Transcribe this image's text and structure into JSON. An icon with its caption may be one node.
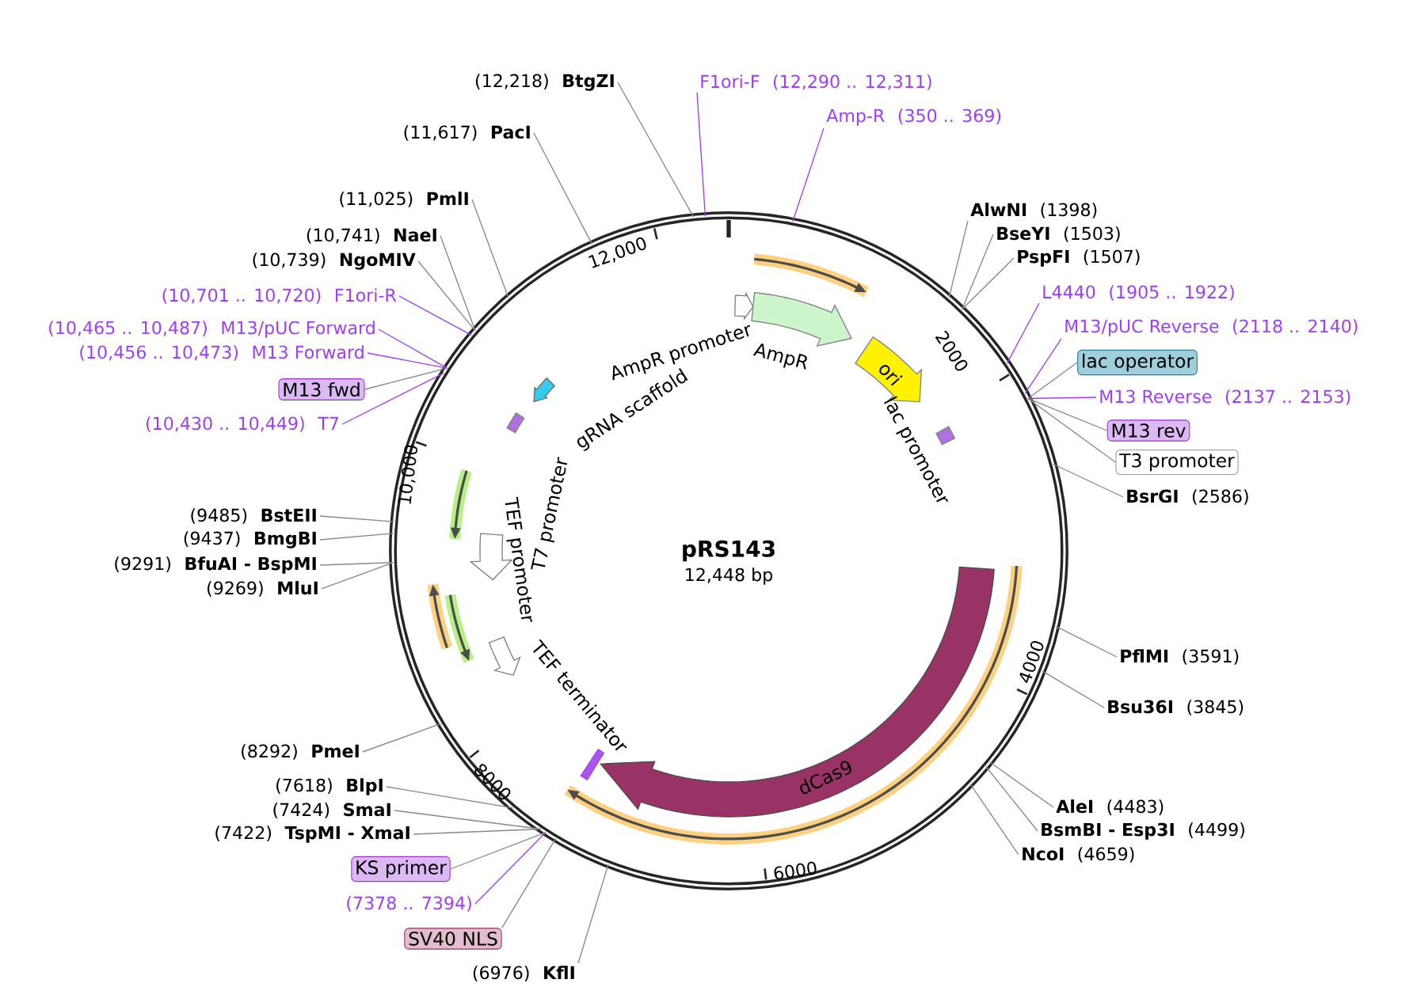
{
  "diagram": {
    "title": "pRS143",
    "nodes": [
      {
        "text": [],
        "shape": "circle"
      },
      {
        "text": [
          "(12,218)",
          "BtgZI"
        ]
      },
      {
        "text": [
          "(11,617)",
          "PacI"
        ]
      },
      {
        "text": [
          "(11,025)",
          "PmlI"
        ]
      },
      {
        "text": [
          "(10,741)",
          "NaeI"
        ]
      },
      {
        "text": [
          "(10,739)",
          "NgoMIV"
        ]
      },
      {
        "text": [
          "(10,701 .. 10,720)",
          "F1ori-R"
        ]
      },
      {
        "text": [
          "(10,465 .. 10,487)",
          "M13/pUC Forward"
        ]
      },
      {
        "text": [
          "(10,456 .. 10,473)",
          "M13 Forward"
        ]
      },
      {
        "text": [
          "M13 fwd"
        ]
      },
      {
        "text": [
          "(10,430 .. 10,449)",
          "T7"
        ]
      },
      {
        "text": [
          "F1ori-F",
          "(12,290 .. 12,311)"
        ]
      },
      {
        "text": [
          "Amp-R",
          "(350 .. 369)"
        ]
      },
      {
        "text": [
          "AlwNI",
          "(1398)"
        ]
      },
      {
        "text": [
          "BseYI",
          "(1503)"
        ]
      },
      {
        "text": [
          "PspFI",
          "(1507)"
        ]
      },
      {
        "text": [
          "L4440",
          "(1905 .. 1922)"
        ]
      },
      {
        "text": [
          "M13/pUC Reverse",
          "(2118 .. 2140)"
        ]
      },
      {
        "text": [
          "lac operator"
        ]
      },
      {
        "text": [
          "M13 Reverse",
          "(2137 .. 2153)"
        ]
      },
      {
        "text": [
          "M13 rev"
        ]
      },
      {
        "text": [
          "T3 promoter"
        ]
      },
      {
        "text": [
          "BsrGI",
          "(2586)"
        ]
      },
      {
        "text": [
          "PflMI",
          "(3591)"
        ]
      },
      {
        "text": [
          "Bsu36I",
          "(3845)"
        ]
      },
      {
        "text": [
          "AleI",
          "(4483)"
        ]
      },
      {
        "text": [
          "BsmBI - Esp3I",
          "(4499)"
        ]
      },
      {
        "text": [
          "NcoI",
          "(4659)"
        ]
      },
      {
        "text": [
          "(6976)",
          "KflI"
        ]
      },
      {
        "text": [
          "SV40 NLS"
        ]
      },
      {
        "text": [
          "(7378 .. 7394)"
        ]
      },
      {
        "text": [
          "KS primer"
        ]
      },
      {
        "text": [
          "(7422)",
          "TspMI - XmaI"
        ]
      },
      {
        "text": [
          "(7424)",
          "SmaI"
        ]
      },
      {
        "text": [
          "(7618)",
          "BlpI"
        ]
      },
      {
        "text": [
          "(8292)",
          "PmeI"
        ]
      },
      {
        "text": [
          "(9269)",
          "MluI"
        ]
      },
      {
        "text": [
          "(9291)",
          "BfuAI - BspMI"
        ]
      },
      {
        "text": [
          "(9437)",
          "BmgBI"
        ]
      },
      {
        "text": [
          "(9485)",
          "BstEII"
        ]
      },
      {
        "text": [
          "AmpR promoter"
        ],
        "in": 0
      },
      {
        "text": [
          "AmpR"
        ],
        "in": 0
      },
      {
        "text": [
          "ori"
        ],
        "in": 0
      },
      {
        "text": [
          "lac promoter"
        ],
        "in": 0
      },
      {
        "text": [
          "dCas9"
        ],
        "in": 0
      },
      {
        "text": [
          "TEF terminator"
        ],
        "in": 0
      },
      {
        "text": [
          "TEF promoter"
        ],
        "in": 0
      },
      {
        "text": [
          "T7 promoter"
        ],
        "in": 0
      },
      {
        "text": [
          "gRNA scaffold"
        ],
        "in": 0
      }
    ],
    "edges": [
      {
        "from": 1,
        "to": 0,
        "arrow": "none"
      },
      {
        "from": 2,
        "to": 0,
        "arrow": "none"
      },
      {
        "from": 3,
        "to": 0,
        "arrow": "none"
      },
      {
        "from": 4,
        "to": 0,
        "arrow": "none"
      },
      {
        "from": 5,
        "to": 0,
        "arrow": "none"
      },
      {
        "from": 6,
        "to": 0,
        "arrow": "none",
        "color": "#9f3ff5"
      },
      {
        "from": 7,
        "to": 0,
        "arrow": "none",
        "color": "#9f3ff5"
      },
      {
        "from": 8,
        "to": 0,
        "arrow": "none",
        "color": "#9f3ff5"
      },
      {
        "from": 9,
        "to": 0,
        "arrow": "none"
      },
      {
        "from": 10,
        "to": 0,
        "arrow": "none",
        "color": "#9f3ff5"
      },
      {
        "from": 11,
        "to": 0,
        "arrow": "none",
        "color": "#9f3ff5"
      },
      {
        "from": 12,
        "to": 0,
        "arrow": "none",
        "color": "#9f3ff5"
      },
      {
        "from": 13,
        "to": 0,
        "arrow": "none"
      },
      {
        "from": 14,
        "to": 0,
        "arrow": "none"
      },
      {
        "from": 15,
        "to": 0,
        "arrow": "none"
      },
      {
        "from": 16,
        "to": 0,
        "arrow": "none",
        "color": "#9f3ff5"
      },
      {
        "from": 17,
        "to": 0,
        "arrow": "none",
        "color": "#9f3ff5"
      },
      {
        "from": 18,
        "to": 0,
        "arrow": "none"
      },
      {
        "from": 19,
        "to": 0,
        "arrow": "none",
        "color": "#9f3ff5"
      },
      {
        "from": 20,
        "to": 0,
        "arrow": "none"
      },
      {
        "from": 21,
        "to": 0,
        "arrow": "none"
      },
      {
        "from": 22,
        "to": 0,
        "arrow": "none"
      },
      {
        "from": 23,
        "to": 0,
        "arrow": "none"
      },
      {
        "from": 24,
        "to": 0,
        "arrow": "none"
      },
      {
        "from": 25,
        "to": 0,
        "arrow": "none"
      },
      {
        "from": 26,
        "to": 0,
        "arrow": "none"
      },
      {
        "from": 27,
        "to": 0,
        "arrow": "none"
      },
      {
        "from": 28,
        "to": 0,
        "arrow": "none"
      },
      {
        "from": 29,
        "to": 0,
        "arrow": "none"
      },
      {
        "from": 30,
        "to": 0,
        "arrow": "none",
        "color": "#9f3ff5"
      },
      {
        "from": 31,
        "to": 0,
        "arrow": "none"
      },
      {
        "from": 32,
        "to": 0,
        "arrow": "none"
      },
      {
        "from": 33,
        "to": 0,
        "arrow": "none"
      },
      {
        "from": 34,
        "to": 0,
        "arrow": "none"
      },
      {
        "from": 35,
        "to": 0,
        "arrow": "none"
      },
      {
        "from": 36,
        "to": 0,
        "arrow": "none"
      },
      {
        "from": 37,
        "to": 0,
        "arrow": "none"
      },
      {
        "from": 38,
        "to": 0,
        "arrow": "none"
      },
      {
        "from": 39,
        "to": 0,
        "arrow": "none"
      }
    ],
    "labels": [
      "12,000",
      "2000",
      "10,000",
      "8000",
      "6000",
      "4000",
      "12,448 bp"
    ]
  }
}
